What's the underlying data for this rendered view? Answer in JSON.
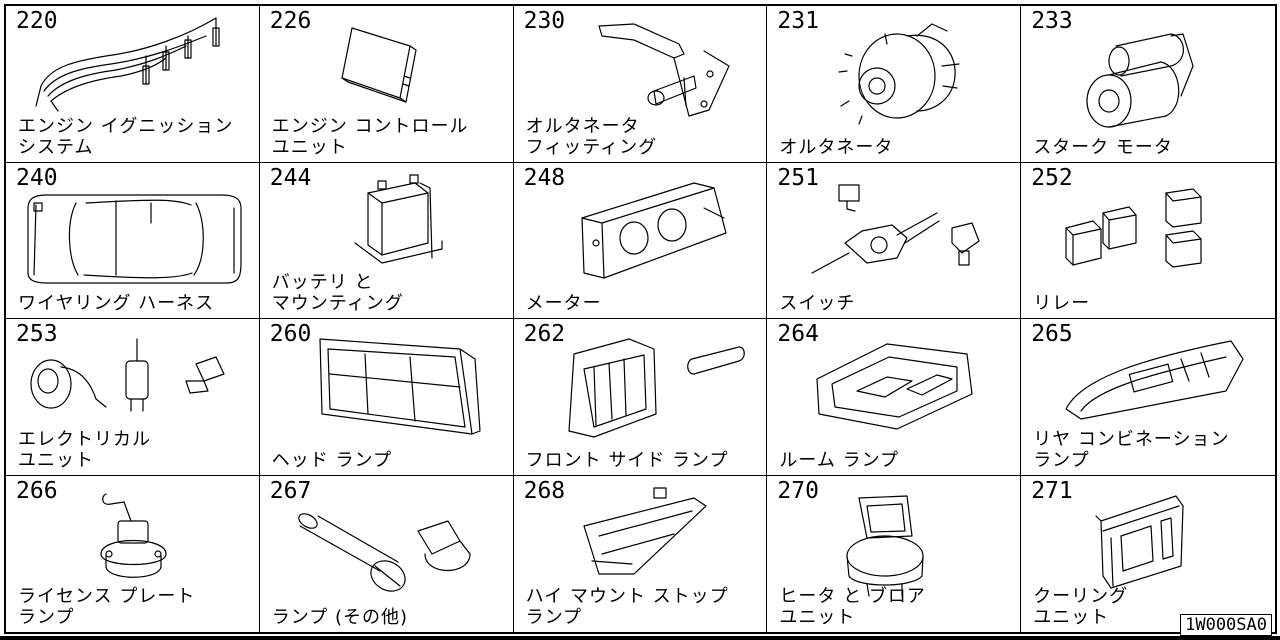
{
  "cells": [
    {
      "code": "220",
      "label": [
        "エンジン イグニッション",
        "システム"
      ],
      "icon": "ignition-system-icon"
    },
    {
      "code": "226",
      "label": [
        "エンジン コントロール",
        "ユニット"
      ],
      "icon": "control-unit-icon"
    },
    {
      "code": "230",
      "label": [
        "オルタネータ",
        "フィッティング"
      ],
      "icon": "alternator-bracket-icon"
    },
    {
      "code": "231",
      "label": [
        "オルタネータ",
        ""
      ],
      "icon": "alternator-icon"
    },
    {
      "code": "233",
      "label": [
        "スターク モータ",
        ""
      ],
      "icon": "starter-motor-icon"
    },
    {
      "code": "240",
      "label": [
        "ワイヤリング ハーネス",
        ""
      ],
      "icon": "wiring-harness-icon"
    },
    {
      "code": "244",
      "label": [
        "バッテリ と",
        "マウンティング"
      ],
      "icon": "battery-icon"
    },
    {
      "code": "248",
      "label": [
        "メーター",
        ""
      ],
      "icon": "meter-icon"
    },
    {
      "code": "251",
      "label": [
        "スイッチ",
        ""
      ],
      "icon": "switch-icon"
    },
    {
      "code": "252",
      "label": [
        "リレー",
        ""
      ],
      "icon": "relay-icon"
    },
    {
      "code": "253",
      "label": [
        "エレクトリカル",
        "ユニット"
      ],
      "icon": "horn-icon"
    },
    {
      "code": "260",
      "label": [
        "ヘッド ランプ",
        ""
      ],
      "icon": "headlamp-icon"
    },
    {
      "code": "262",
      "label": [
        "フロント サイド ランプ",
        ""
      ],
      "icon": "side-lamp-icon"
    },
    {
      "code": "264",
      "label": [
        "ルーム ランプ",
        ""
      ],
      "icon": "room-lamp-icon"
    },
    {
      "code": "265",
      "label": [
        "リヤ コンビネーション",
        "ランプ"
      ],
      "icon": "rear-lamp-icon"
    },
    {
      "code": "266",
      "label": [
        "ライセンス プレート",
        "ランプ"
      ],
      "icon": "license-lamp-icon"
    },
    {
      "code": "267",
      "label": [
        "ランプ (その他)",
        ""
      ],
      "icon": "bulb-icon"
    },
    {
      "code": "268",
      "label": [
        "ハイ マウント ストップ",
        "ランプ"
      ],
      "icon": "stop-lamp-icon"
    },
    {
      "code": "270",
      "label": [
        "ヒータ と ブロア",
        "ユニット"
      ],
      "icon": "heater-blower-icon"
    },
    {
      "code": "271",
      "label": [
        "クーリング",
        "ユニット"
      ],
      "icon": "cooling-unit-icon"
    }
  ],
  "reference_code": "1W000SA0"
}
